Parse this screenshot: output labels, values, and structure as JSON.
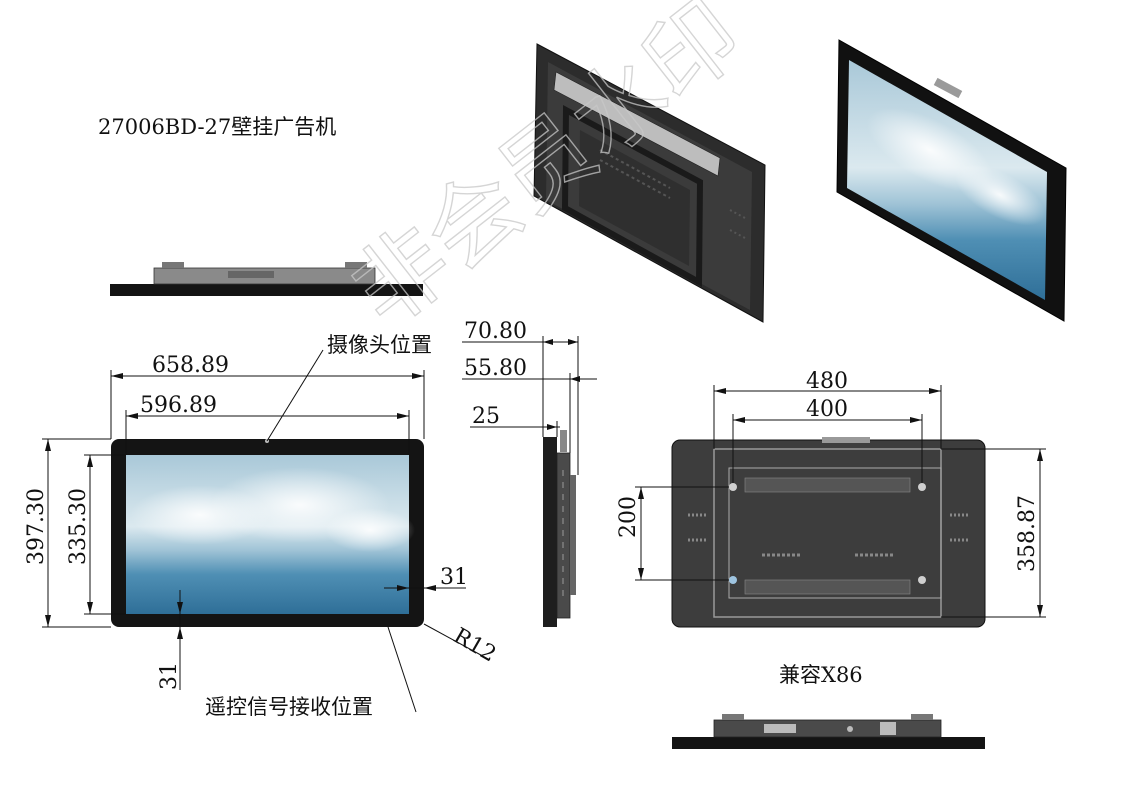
{
  "title": "27006BD-27壁挂广告机",
  "watermark": "非会员水印",
  "front_view": {
    "camera_label": "摄像头位置",
    "remote_label": "遥控信号接收位置",
    "dims": {
      "overall_width": "658.89",
      "screen_width": "596.89",
      "overall_height": "397.30",
      "screen_height": "335.30",
      "side_border": "31",
      "bottom_border": "31",
      "corner_radius": "R12"
    }
  },
  "side_view": {
    "dims": {
      "depth_total": "70.80",
      "depth_body": "55.80",
      "depth_panel": "25"
    }
  },
  "back_view": {
    "compat_label": "兼容X86",
    "dims": {
      "mount_outer": "480",
      "mount_inner": "400",
      "mount_vertical": "200",
      "back_height": "358.87"
    }
  },
  "colors": {
    "bezel": "#141414",
    "housing": "#3d3d3d",
    "line": "#111111",
    "watermark": "#c8c8c8"
  }
}
